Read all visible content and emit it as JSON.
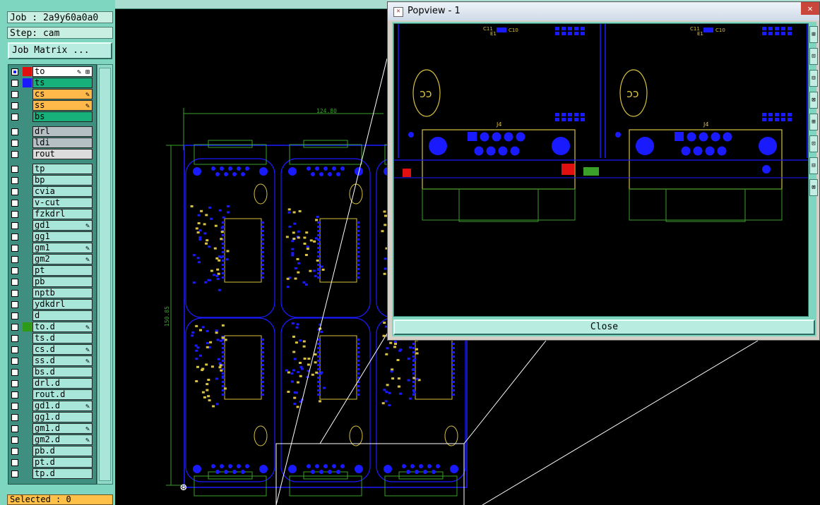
{
  "job": {
    "label": "Job : 2a9y60a0a0",
    "step": "Step: cam"
  },
  "job_matrix_button": "Job Matrix ...",
  "layers": [
    {
      "name": "to",
      "style": "hl",
      "swatch": "#e01010",
      "pen": "✎ ⊞",
      "cb_color": "#1a1aff"
    },
    {
      "name": "ts",
      "style": "green",
      "swatch": "#1a1aff",
      "pen": ""
    },
    {
      "name": "cs",
      "style": "orange",
      "swatch": "",
      "pen": "✎"
    },
    {
      "name": "ss",
      "style": "orange",
      "swatch": "",
      "pen": "✎"
    },
    {
      "name": "bs",
      "style": "green",
      "swatch": "",
      "pen": ""
    },
    {
      "name": "drl",
      "style": "grey",
      "swatch": "",
      "pen": ""
    },
    {
      "name": "ldi",
      "style": "grey",
      "swatch": "",
      "pen": ""
    },
    {
      "name": "rout",
      "style": "lgrey",
      "swatch": "",
      "pen": ""
    },
    {
      "name": "tp",
      "style": "",
      "swatch": "",
      "pen": ""
    },
    {
      "name": "bp",
      "style": "",
      "swatch": "",
      "pen": ""
    },
    {
      "name": "cvia",
      "style": "",
      "swatch": "",
      "pen": ""
    },
    {
      "name": "v-cut",
      "style": "",
      "swatch": "",
      "pen": ""
    },
    {
      "name": "fzkdrl",
      "style": "",
      "swatch": "",
      "pen": ""
    },
    {
      "name": "gd1",
      "style": "",
      "swatch": "",
      "pen": "✎"
    },
    {
      "name": "gg1",
      "style": "",
      "swatch": "",
      "pen": ""
    },
    {
      "name": "gm1",
      "style": "",
      "swatch": "",
      "pen": "✎"
    },
    {
      "name": "gm2",
      "style": "",
      "swatch": "",
      "pen": "✎"
    },
    {
      "name": "pt",
      "style": "",
      "swatch": "",
      "pen": ""
    },
    {
      "name": "pb",
      "style": "",
      "swatch": "",
      "pen": ""
    },
    {
      "name": "nptb",
      "style": "",
      "swatch": "",
      "pen": ""
    },
    {
      "name": "ydkdrl",
      "style": "",
      "swatch": "",
      "pen": ""
    },
    {
      "name": "d",
      "style": "",
      "swatch": "",
      "pen": ""
    },
    {
      "name": "to.d",
      "style": "",
      "swatch": "#2e9a1a",
      "pen": "✎"
    },
    {
      "name": "ts.d",
      "style": "",
      "swatch": "",
      "pen": ""
    },
    {
      "name": "cs.d",
      "style": "",
      "swatch": "",
      "pen": "✎"
    },
    {
      "name": "ss.d",
      "style": "",
      "swatch": "",
      "pen": "✎"
    },
    {
      "name": "bs.d",
      "style": "",
      "swatch": "",
      "pen": ""
    },
    {
      "name": "drl.d",
      "style": "",
      "swatch": "",
      "pen": ""
    },
    {
      "name": "rout.d",
      "style": "",
      "swatch": "",
      "pen": ""
    },
    {
      "name": "gd1.d",
      "style": "",
      "swatch": "",
      "pen": "✎"
    },
    {
      "name": "gg1.d",
      "style": "",
      "swatch": "",
      "pen": ""
    },
    {
      "name": "gm1.d",
      "style": "",
      "swatch": "",
      "pen": "✎"
    },
    {
      "name": "gm2.d",
      "style": "",
      "swatch": "",
      "pen": "✎"
    },
    {
      "name": "pb.d",
      "style": "",
      "swatch": "",
      "pen": ""
    },
    {
      "name": "pt.d",
      "style": "",
      "swatch": "",
      "pen": ""
    },
    {
      "name": "tp.d",
      "style": "",
      "swatch": "",
      "pen": ""
    }
  ],
  "selected": "Selected : 0",
  "dimensions": {
    "width": "124.80",
    "height": "150.85"
  },
  "popview": {
    "title": "Popview - 1",
    "close": "Close",
    "labels": {
      "c11": "C11",
      "c10": "C10",
      "e1": "E1",
      "j4": "J4"
    }
  },
  "colors": {
    "panel": "#7fd6c0",
    "pcb_blue": "#1a1aff",
    "pcb_yellow": "#d8c040",
    "outline_green": "#3aa02a"
  }
}
